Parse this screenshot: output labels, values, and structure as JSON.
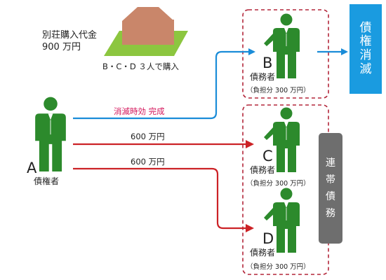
{
  "villa": {
    "label_line1": "別荘購入代金",
    "label_line2": "900 万円",
    "purchase_note": "B・C・D ３人で購入"
  },
  "creditor": {
    "letter": "A",
    "role": "債権者"
  },
  "debtors": {
    "b": {
      "letter": "B",
      "role": "債務者",
      "share": "（負担分 300 万円）"
    },
    "c": {
      "letter": "C",
      "role": "債務者",
      "share": "（負担分 300 万円）"
    },
    "d": {
      "letter": "D",
      "role": "債務者",
      "share": "（負担分 300 万円）"
    }
  },
  "arrows": {
    "to_b": "消滅時効 完成",
    "to_c": "600 万円",
    "to_d": "600 万円"
  },
  "result_box": {
    "chars": [
      "債",
      "権",
      "消",
      "滅"
    ]
  },
  "joint_box": {
    "chars": [
      "連",
      "帯",
      "債",
      "務"
    ]
  },
  "colors": {
    "person": "#2c8a2c",
    "blue": "#1a8cd8",
    "red": "#cc2226",
    "dash": "#b3263a",
    "house": "#c9866a",
    "ground": "#8cc63f",
    "label_pink": "#d4145a"
  }
}
